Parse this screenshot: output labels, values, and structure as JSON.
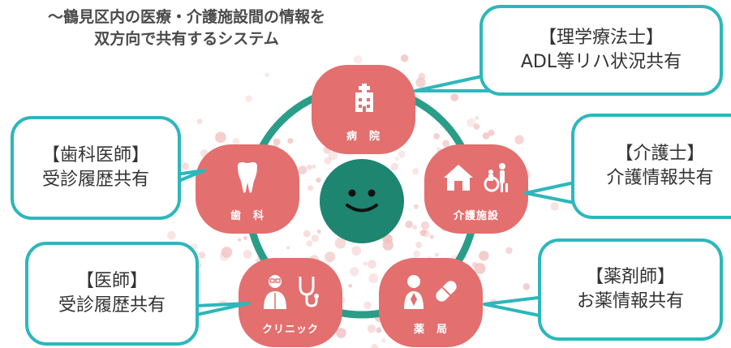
{
  "title": {
    "line1": "～鶴見区内の医療・介護施設間の情報を",
    "line2": "双方向で共有するシステム"
  },
  "nodes": {
    "hospital": {
      "label": "病　院",
      "icon": "hospital-icon"
    },
    "care": {
      "label": "介護施設",
      "icon": "house-icon"
    },
    "pharmacy": {
      "label": "薬　局",
      "icon": "pill-icon"
    },
    "clinic": {
      "label": "クリニック",
      "icon": "doctor-icon"
    },
    "dental": {
      "label": "歯　科",
      "icon": "tooth-icon"
    }
  },
  "bubbles": {
    "pt": {
      "line1": "【理学療法士】",
      "line2": "ADL等リハ状況共有"
    },
    "caregiver": {
      "line1": "【介護士】",
      "line2": "介護情報共有"
    },
    "pharmacist": {
      "line1": "【薬剤師】",
      "line2": "お薬情報共有"
    },
    "doctor": {
      "line1": "【医師】",
      "line2": "受診履歴共有"
    },
    "dentist": {
      "line1": "【歯科医師】",
      "line2": "受診履歴共有"
    }
  },
  "colors": {
    "node": "#e36f6f",
    "center": "#1d8570",
    "ring": "#2a9d88",
    "bubble_border": "#2db7bb",
    "background_dots": "#f2c2c2"
  }
}
